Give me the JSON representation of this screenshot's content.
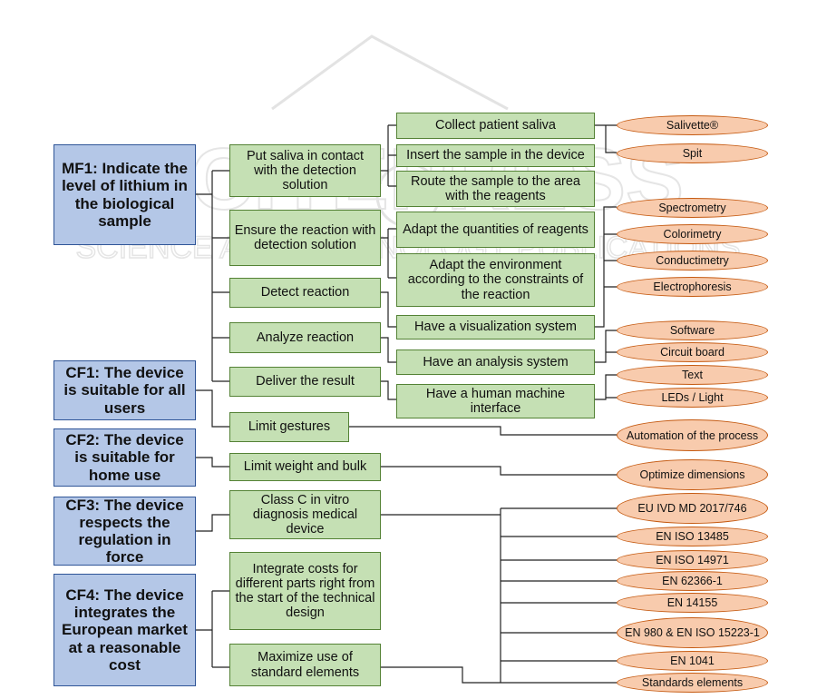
{
  "watermark": {
    "line1": "SCITEPRESS",
    "line2": "SCIENCE AND TECHNOLOGY PUBLICATIONS"
  },
  "main_functions": {
    "mf1": "MF1: Indicate the level of lithium in the biological sample",
    "cf1": "CF1: The device is suitable for all users",
    "cf2": "CF2: The device is suitable for home use",
    "cf3": "CF3: The device respects the regulation in force",
    "cf4": "CF4: The device integrates the European market at a reasonable cost"
  },
  "technical_functions": {
    "put_saliva": "Put saliva in contact with the detection solution",
    "ensure_reaction": "Ensure the reaction with detection solution",
    "detect_reaction": "Detect reaction",
    "analyze_reaction": "Analyze reaction",
    "deliver_result": "Deliver the result",
    "limit_gestures": "Limit gestures",
    "limit_weight": "Limit weight and bulk",
    "class_c": "Class C in vitro diagnosis medical device",
    "integrate_costs": "Integrate costs for different parts right from the start of the technical design",
    "maximize_standard": "Maximize use of standard elements"
  },
  "sub_functions": {
    "collect_saliva": "Collect patient saliva",
    "insert_sample": "Insert the sample in the device",
    "route_sample": "Route the sample to the area with the reagents",
    "adapt_quantities": "Adapt the quantities of reagents",
    "adapt_environment": "Adapt the environment according to the constraints of the reaction",
    "visualization_system": "Have a visualization system",
    "analysis_system": "Have an analysis system",
    "hmi": "Have a human machine interface"
  },
  "solutions": {
    "salivette": "Salivette®",
    "spit": "Spit",
    "spectrometry": "Spectrometry",
    "colorimetry": "Colorimetry",
    "conductimetry": "Conductimetry",
    "electrophoresis": "Electrophoresis",
    "software": "Software",
    "circuit_board": "Circuit board",
    "text": "Text",
    "leds": "LEDs / Light",
    "automation": "Automation of the process",
    "optimize_dimensions": "Optimize dimensions",
    "eu_ivd": "EU IVD MD 2017/746",
    "iso_13485": "EN ISO 13485",
    "iso_14971": "EN ISO 14971",
    "en_62366": "EN 62366-1",
    "en_14155": "EN 14155",
    "en_980": "EN 980 & EN ISO 15223-1",
    "en_1041": "EN 1041",
    "standards_elements": "Standards elements"
  }
}
